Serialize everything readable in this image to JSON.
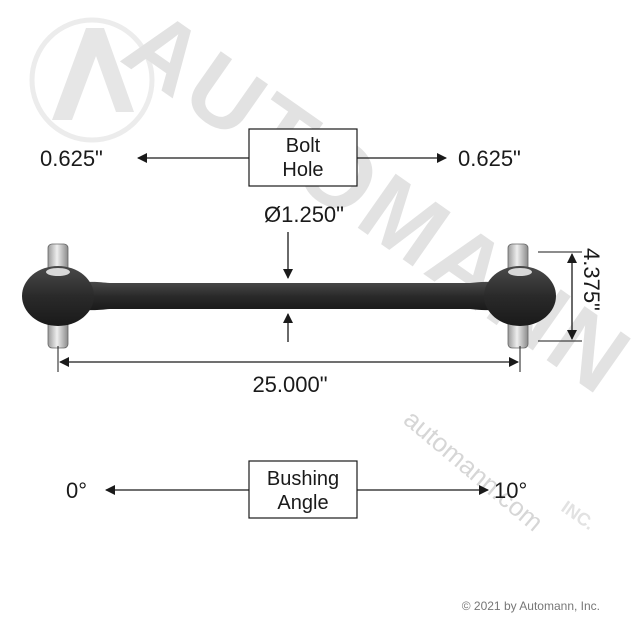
{
  "watermark": {
    "brand": "AUTOMANN",
    "mark": "INC.",
    "url": "automann.com"
  },
  "bolt_hole": {
    "line1": "Bolt",
    "line2": "Hole",
    "left_value": "0.625\"",
    "right_value": "0.625\""
  },
  "dimensions": {
    "diameter": "Ø1.250\"",
    "height": "4.375\"",
    "length": "25.000\""
  },
  "bushing_angle": {
    "line1": "Bushing",
    "line2": "Angle",
    "left_value": "0°",
    "right_value": "10°"
  },
  "copyright": "© 2021 by Automann, Inc.",
  "colors": {
    "line": "#1a1a1a",
    "rod": "#2b2b2b",
    "pin": "#c9c9c9",
    "watermark": "#e2e2e2"
  }
}
